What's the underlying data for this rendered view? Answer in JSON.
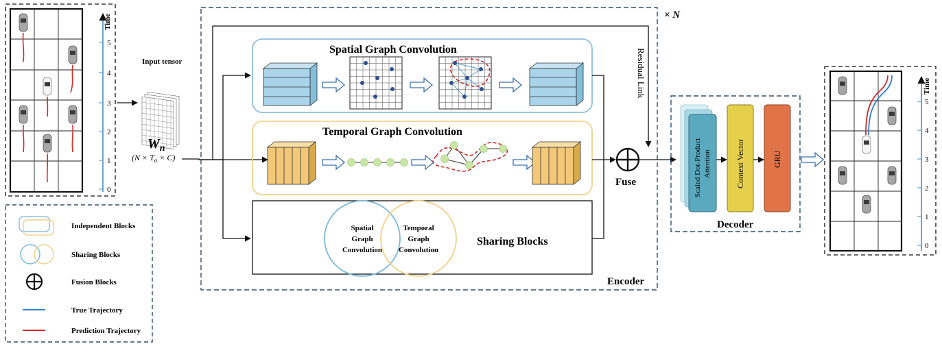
{
  "input_scene": {
    "time_label": "Time",
    "time_ticks": [
      "5",
      "4",
      "3",
      "2",
      "1",
      "0"
    ]
  },
  "input_tensor": {
    "label": "Input tensor",
    "symbol": "W",
    "symbol_sub": "n",
    "shape": "(N × T",
    "shape_sub": "o",
    "shape_tail": " × C)"
  },
  "encoder": {
    "label": "Encoder",
    "repeat": "× N",
    "residual": "Residual  Link",
    "spatial_title": "Spatial  Graph Convolution",
    "temporal_title": "Temporal Graph Convolution",
    "sharing_title": "Sharing   Blocks",
    "sharing_spatial": [
      "Spatial",
      "Graph",
      "Convolution"
    ],
    "sharing_temporal": [
      "Temporal",
      "Graph",
      "Convolution"
    ],
    "fuse": "Fuse"
  },
  "decoder": {
    "label": "Decoder",
    "attention": [
      "Scaled Dot-Product",
      "Attention"
    ],
    "context": "Context  Vector",
    "gru": "GRU"
  },
  "output_scene": {
    "time_label": "Time",
    "time_ticks": [
      "5",
      "4",
      "3",
      "2",
      "1",
      "0"
    ]
  },
  "legend": {
    "independent": "Independent Blocks",
    "sharing": "Sharing Blocks",
    "fusion": "Fusion Blocks",
    "true_traj": "True Trajectory",
    "pred_traj": "Prediction Trajectory"
  },
  "colors": {
    "spatial_border": "#8fbfdc",
    "temporal_border": "#f0d28a",
    "cube_blue": "#a9d4ea",
    "cube_orange": "#f3c878",
    "node_green": "#c9e6a6",
    "attention": "#5aa9bf",
    "context": "#e6cf4a",
    "gru": "#e07448",
    "dashed": "#2f4f6f",
    "red": "#d32828",
    "blue": "#2d7fcb"
  }
}
